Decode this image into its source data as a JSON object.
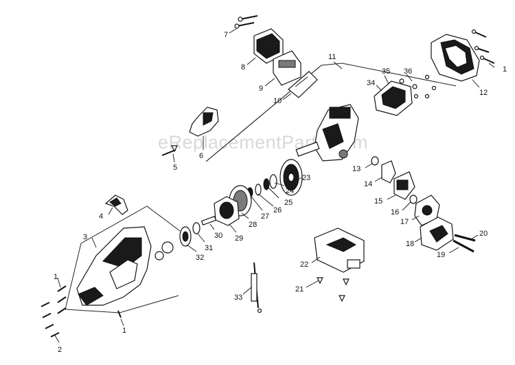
{
  "watermark": "eReplacementParts.com",
  "labels": {
    "p1a": "1",
    "p1b": "1",
    "p1c": "1",
    "p2": "2",
    "p3": "3",
    "p4": "4",
    "p5": "5",
    "p6": "6",
    "p7": "7",
    "p8": "8",
    "p9": "9",
    "p10": "10",
    "p11": "11",
    "p12": "12",
    "p13": "13",
    "p14": "14",
    "p15": "15",
    "p16": "16",
    "p17": "17",
    "p18": "18",
    "p19": "19",
    "p20": "20",
    "p21": "21",
    "p22": "22",
    "p23": "23",
    "p24": "24",
    "p25": "25",
    "p26": "26",
    "p27": "27",
    "p28": "28",
    "p29": "29",
    "p30": "30",
    "p31": "31",
    "p32": "32",
    "p33": "33",
    "p34": "34",
    "p35": "35",
    "p36": "36"
  }
}
